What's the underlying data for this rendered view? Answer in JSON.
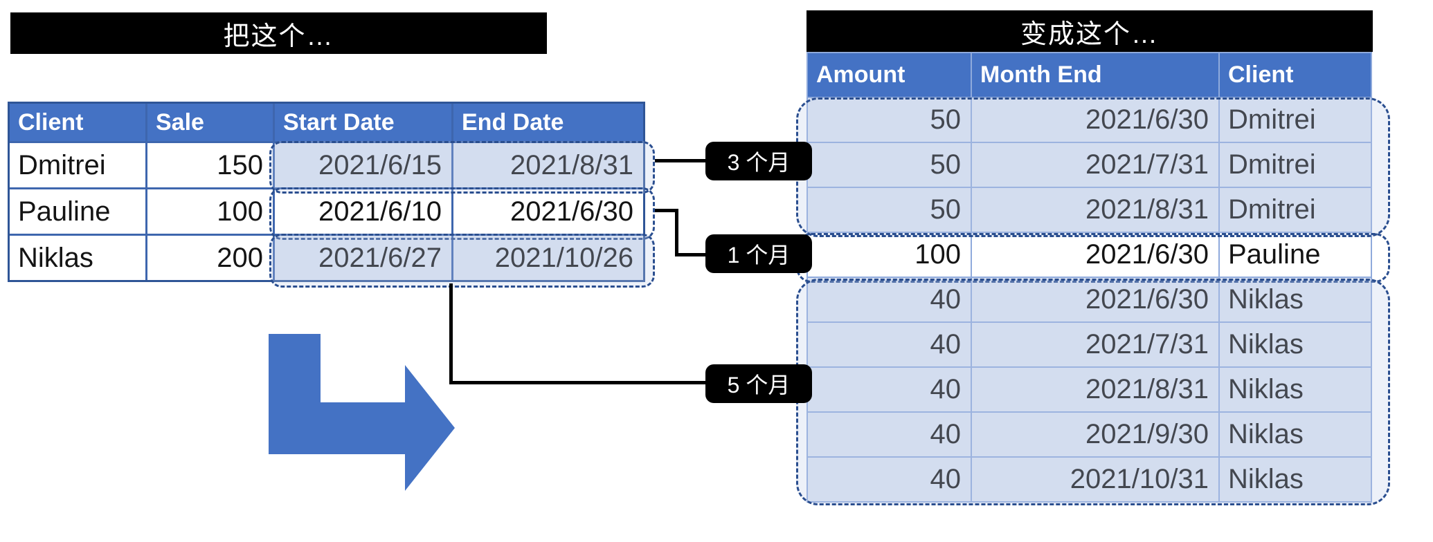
{
  "banner_left": {
    "text": "把这个…"
  },
  "banner_right": {
    "text": "变成这个…"
  },
  "source_table": {
    "headers": [
      "Client",
      "Sale",
      "Start Date",
      "End Date"
    ],
    "rows": [
      {
        "client": "Dmitrei",
        "sale": "150",
        "start_date": "2021/6/15",
        "end_date": "2021/8/31"
      },
      {
        "client": "Pauline",
        "sale": "100",
        "start_date": "2021/6/10",
        "end_date": "2021/6/30"
      },
      {
        "client": "Niklas",
        "sale": "200",
        "start_date": "2021/6/27",
        "end_date": "2021/10/26"
      }
    ]
  },
  "result_table": {
    "headers": [
      "Amount",
      "Month End",
      "Client"
    ],
    "rows": [
      {
        "amount": "50",
        "month_end": "2021/6/30",
        "client": "Dmitrei"
      },
      {
        "amount": "50",
        "month_end": "2021/7/31",
        "client": "Dmitrei"
      },
      {
        "amount": "50",
        "month_end": "2021/8/31",
        "client": "Dmitrei"
      },
      {
        "amount": "100",
        "month_end": "2021/6/30",
        "client": "Pauline"
      },
      {
        "amount": "40",
        "month_end": "2021/6/30",
        "client": "Niklas"
      },
      {
        "amount": "40",
        "month_end": "2021/7/31",
        "client": "Niklas"
      },
      {
        "amount": "40",
        "month_end": "2021/8/31",
        "client": "Niklas"
      },
      {
        "amount": "40",
        "month_end": "2021/9/30",
        "client": "Niklas"
      },
      {
        "amount": "40",
        "month_end": "2021/10/31",
        "client": "Niklas"
      }
    ]
  },
  "duration_labels": [
    {
      "text": "3 个月"
    },
    {
      "text": "1 个月"
    },
    {
      "text": "5 个月"
    }
  ],
  "colors": {
    "header_fill": "#4472C4",
    "header_text": "#FFFFFF",
    "source_grid": "#3E66AE",
    "source_outline": "#2F5597",
    "result_grid": "#8FAADC",
    "row_shade": "#DCE3F2",
    "selection_dash": "#2A4E8F",
    "banner_bg": "#000000",
    "banner_text": "#FFFFFF",
    "label_bg": "#000000",
    "label_text": "#FFFFFF",
    "arrow_fill": "#4472C4"
  }
}
